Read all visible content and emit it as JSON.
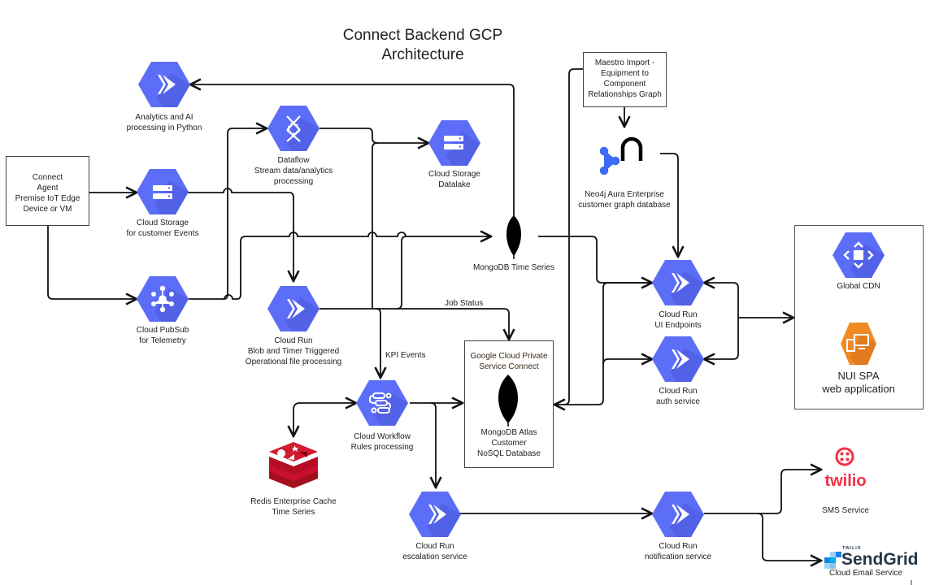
{
  "title": "Connect Backend GCP Architecture",
  "title_lines": [
    "Connect Backend GCP",
    "Architecture"
  ],
  "colors": {
    "gcp_blue": "#5c6ef8",
    "gcp_shade": "#4a5ad8",
    "nui_orange": "#f08a24",
    "redis_red": "#c8102e",
    "twilio_red": "#f22f46",
    "sendgrid_blue": "#1a82e2",
    "neo4j_blue": "#3d6bf5",
    "line": "#111111"
  },
  "nodes": {
    "agent": {
      "lines": [
        "Connect",
        "Agent",
        "Premise IoT Edge",
        "Device or VM"
      ],
      "icon": "box"
    },
    "analytics": {
      "lines": [
        "Analytics and AI",
        "processing in Python"
      ],
      "icon": "cloud-run-icon"
    },
    "dataflow": {
      "lines": [
        "Dataflow",
        "Stream data/analytics",
        "processing"
      ],
      "icon": "dataflow-icon"
    },
    "datalake": {
      "lines": [
        "Cloud Storage",
        "Datalake"
      ],
      "icon": "cloud-storage-icon"
    },
    "storage_events": {
      "lines": [
        "Cloud Storage",
        "for customer Events"
      ],
      "icon": "cloud-storage-icon"
    },
    "pubsub": {
      "lines": [
        "Cloud PubSub",
        "for Telemetry"
      ],
      "icon": "pubsub-icon"
    },
    "blob_run": {
      "lines": [
        "Cloud Run",
        "Blob and Timer Triggered",
        "Operational file processing"
      ],
      "icon": "cloud-run-icon"
    },
    "mongo_ts": {
      "lines": [
        "MongoDB Time Series"
      ],
      "icon": "mongodb-leaf-icon"
    },
    "maestro": {
      "lines": [
        "Maestro Import -",
        "Equipment to",
        "Component",
        "Relationships Graph"
      ],
      "icon": "box"
    },
    "neo4j": {
      "lines": [
        "Neo4j Aura Enterprise",
        "customer graph database"
      ],
      "icon": "neo4j-icon"
    },
    "ui_endpoints": {
      "lines": [
        "Cloud Run",
        "UI Endpoints"
      ],
      "icon": "cloud-run-icon"
    },
    "auth": {
      "lines": [
        "Cloud Run",
        "auth service"
      ],
      "icon": "cloud-run-icon"
    },
    "cdn": {
      "lines": [
        "Global CDN"
      ],
      "icon": "cdn-icon"
    },
    "nui": {
      "lines": [
        "NUI SPA",
        "web application"
      ],
      "icon": "web-app-icon"
    },
    "private_connect": {
      "lines": [
        "Google Cloud Private",
        "Service Connect"
      ]
    },
    "atlas": {
      "lines": [
        "MongoDB Atlas",
        "Customer",
        "NoSQL Database"
      ],
      "icon": "mongodb-leaf-icon"
    },
    "workflow": {
      "lines": [
        "Cloud Workflow",
        "Rules processing"
      ],
      "icon": "workflow-icon"
    },
    "redis": {
      "lines": [
        "Redis Enterprise Cache",
        "Time Series"
      ],
      "icon": "redis-icon"
    },
    "escalation": {
      "lines": [
        "Cloud Run",
        "escalation service"
      ],
      "icon": "cloud-run-icon"
    },
    "notification": {
      "lines": [
        "Cloud Run",
        "notification service"
      ],
      "icon": "cloud-run-icon"
    },
    "twilio": {
      "logo_text": "twilio",
      "lines": [
        "SMS Service"
      ],
      "icon": "twilio-icon"
    },
    "sendgrid": {
      "brand_small": "TWILIO",
      "logo_text": "SendGrid",
      "lines": [
        "Cloud Email Service"
      ],
      "icon": "sendgrid-icon"
    }
  },
  "edge_labels": {
    "job_status": "Job Status",
    "kpi_events": "KPI Events"
  }
}
